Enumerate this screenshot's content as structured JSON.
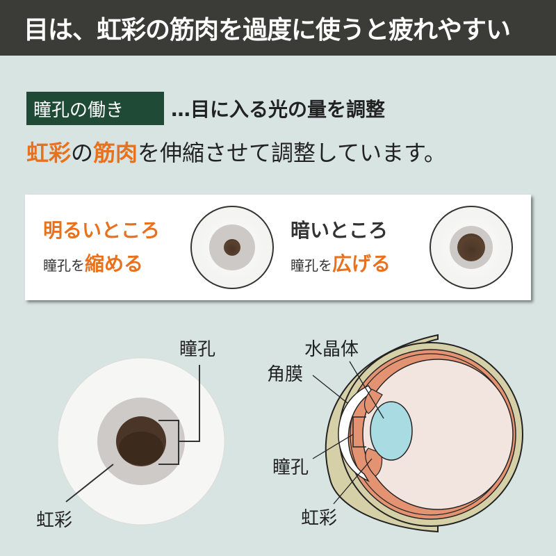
{
  "header": {
    "title": "目は、虹彩の筋肉を過度に使うと疲れやすい"
  },
  "subtitle": {
    "tag": "瞳孔の働き",
    "tag_rest": "…目に入る光の量を調整",
    "line2_parts": [
      "虹彩",
      "の",
      "筋肉",
      "を伸縮させて調整しています。"
    ]
  },
  "comparison": {
    "bright": {
      "title": "明るいところ",
      "prefix": "瞳孔を",
      "action": "縮める"
    },
    "dark": {
      "title": "暗いところ",
      "prefix": "瞳孔を",
      "action": "広げる"
    }
  },
  "front_diagram": {
    "pupil_label": "瞳孔",
    "iris_label": "虹彩"
  },
  "side_diagram": {
    "lens_label": "水晶体",
    "cornea_label": "角膜",
    "pupil_label": "瞳孔",
    "iris_label": "虹彩"
  },
  "colors": {
    "header_bg": "#3b3b37",
    "tag_bg": "#1f4a35",
    "accent_orange": "#e8711e",
    "background": "#d8e4e2",
    "sclera": "#d6d0a8",
    "choroid": "#e39272",
    "lens": "#a8dbe2",
    "vitreous": "#f2e4df"
  }
}
